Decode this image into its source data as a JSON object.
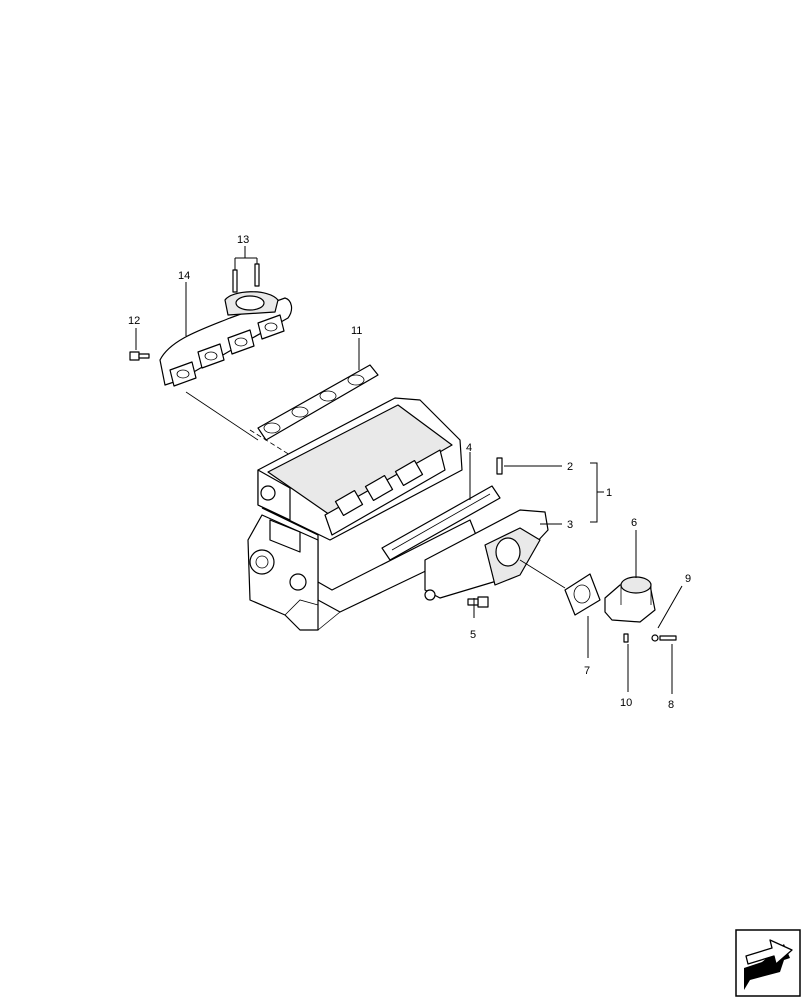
{
  "callouts": {
    "c1": "1",
    "c2": "2",
    "c3": "3",
    "c4": "4",
    "c5": "5",
    "c6": "6",
    "c7": "7",
    "c8": "8",
    "c9": "9",
    "c10": "10",
    "c11": "11",
    "c12": "12",
    "c13": "13",
    "c14": "14"
  },
  "icons": {
    "nav": "next-page-arrow-icon"
  }
}
